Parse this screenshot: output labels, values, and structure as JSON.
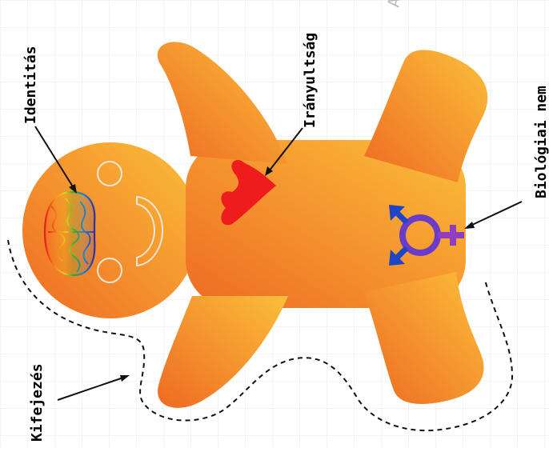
{
  "labels": {
    "identity": "Identitás",
    "orientation": "Irányultság",
    "biological_sex": "Biológiai nem",
    "expression": "Kifejezés"
  },
  "watermark": "A",
  "colors": {
    "body_light": "#fbbf3a",
    "body_dark": "#f07a26",
    "heart": "#ee1c1c",
    "male_symbol": "#1e45c8",
    "female_symbol": "#8e3fc0",
    "face_lines": "#f6e6d2",
    "grid": "#e6e6e6"
  },
  "icons": [
    "brain-icon",
    "heart-icon",
    "transgender-symbol-icon"
  ]
}
